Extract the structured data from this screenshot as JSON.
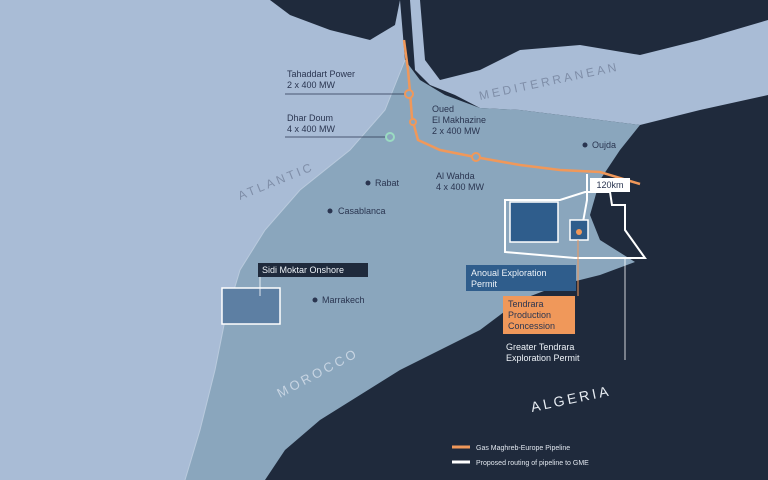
{
  "colors": {
    "sea": "#a9bcd6",
    "land_dark": "#1f2a3c",
    "morocco": "#8aa6bd",
    "pipeline": "#f0985a",
    "proposed": "#ffffff",
    "permit_blue": "#2f5d8c",
    "concession_orange": "#f0985a"
  },
  "seas": {
    "mediterranean": "MEDITERRANEAN",
    "atlantic": "ATLANTIC"
  },
  "countries": {
    "morocco": "MOROCCO",
    "algeria": "ALGERIA"
  },
  "cities": [
    {
      "name": "Rabat"
    },
    {
      "name": "Casablanca"
    },
    {
      "name": "Marrakech"
    },
    {
      "name": "Oujda"
    }
  ],
  "power_plants": [
    {
      "line1": "Tahaddart Power",
      "line2": "2 x 400 MW"
    },
    {
      "line1": "Dhar Doum",
      "line2": "4 x 400 MW"
    },
    {
      "line1": "Oued",
      "line2": "El Makhazine",
      "line3": "2 x 400 MW"
    },
    {
      "line1": "Al Wahda",
      "line2": "4 x 400 MW"
    }
  ],
  "distance_label": "120km",
  "permits": {
    "sidi_moktar": "Sidi Moktar Onshore",
    "anoual_line1": "Anoual Exploration",
    "anoual_line2": "Permit",
    "tendrara_line1": "Tendrara",
    "tendrara_line2": "Production",
    "tendrara_line3": "Concession",
    "greater_line1": "Greater Tendrara",
    "greater_line2": "Exploration Permit"
  },
  "legend": {
    "pipeline": "Gas Maghreb-Europe Pipeline",
    "proposed": "Proposed routing of pipeline to GME"
  }
}
